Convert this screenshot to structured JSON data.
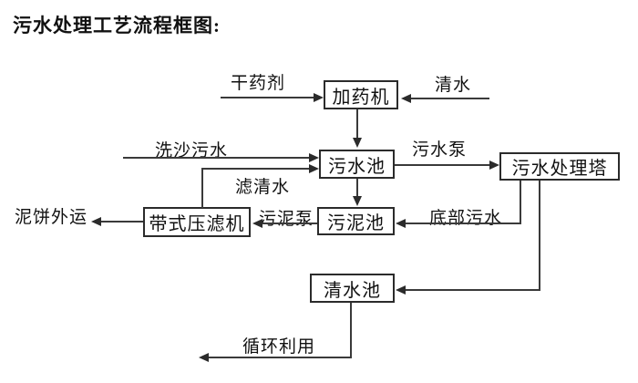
{
  "title": "污水处理工艺流程框图:",
  "nodes": {
    "dosing_machine": {
      "label": "加药机"
    },
    "sewage_pool": {
      "label": "污水池"
    },
    "treatment_tower": {
      "label": "污水处理塔"
    },
    "sludge_pool": {
      "label": "污泥池"
    },
    "belt_filter_press": {
      "label": "带式压滤机"
    },
    "clean_water_pool": {
      "label": "清水池"
    }
  },
  "flow_labels": {
    "dry_agent": "干药剂",
    "clean_water_in": "清水",
    "sand_washing_sewage": "洗沙污水",
    "filtered_water": "滤清水",
    "sewage_pump": "污水泵",
    "sludge_pump": "污泥泵",
    "bottom_sewage": "底部污水",
    "mud_cake_outbound": "泥饼外运",
    "recycling": "循环利用"
  },
  "edges": [
    {
      "from": "干药剂",
      "to": "加药机",
      "label": ""
    },
    {
      "from": "清水",
      "to": "加药机",
      "label": ""
    },
    {
      "from": "加药机",
      "to": "污水池",
      "label": ""
    },
    {
      "from": "洗沙污水",
      "to": "污水池",
      "label": ""
    },
    {
      "from": "污水池",
      "to": "污水处理塔",
      "label": "污水泵"
    },
    {
      "from": "污水池",
      "to": "污泥池",
      "label": ""
    },
    {
      "from": "污水处理塔",
      "to": "污泥池",
      "label": "底部污水"
    },
    {
      "from": "污泥池",
      "to": "带式压滤机",
      "label": "污泥泵"
    },
    {
      "from": "带式压滤机",
      "to": "污水池",
      "label": "滤清水"
    },
    {
      "from": "带式压滤机",
      "to": "泥饼外运",
      "label": ""
    },
    {
      "from": "污水处理塔",
      "to": "清水池",
      "label": ""
    },
    {
      "from": "清水池",
      "to": "循环利用",
      "label": ""
    }
  ],
  "colors": {
    "background": "#ffffff",
    "line": "#3a3a3a",
    "border": "#2b2b2b",
    "text": "#111111"
  }
}
